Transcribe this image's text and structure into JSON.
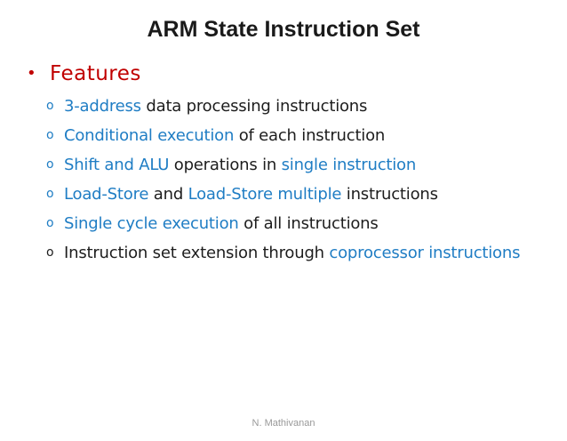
{
  "slide": {
    "title": "ARM State Instruction Set",
    "footer": "N. Mathivanan"
  },
  "features": {
    "heading": "Features",
    "bullet_char": "•",
    "sub_bullet_char": "o",
    "items": [
      {
        "marker_color": "blue",
        "segments": [
          {
            "text": "3-address ",
            "color": "blue"
          },
          {
            "text": "data processing instructions",
            "color": "black"
          }
        ]
      },
      {
        "marker_color": "blue",
        "segments": [
          {
            "text": "Conditional execution ",
            "color": "blue"
          },
          {
            "text": "of each instruction",
            "color": "black"
          }
        ]
      },
      {
        "marker_color": "blue",
        "segments": [
          {
            "text": "Shift and ALU ",
            "color": "blue"
          },
          {
            "text": "operations in ",
            "color": "black"
          },
          {
            "text": "single instruction",
            "color": "blue"
          }
        ]
      },
      {
        "marker_color": "blue",
        "segments": [
          {
            "text": "Load-Store ",
            "color": "blue"
          },
          {
            "text": "and ",
            "color": "black"
          },
          {
            "text": "Load-Store multiple ",
            "color": "blue"
          },
          {
            "text": "instructions",
            "color": "black"
          }
        ]
      },
      {
        "marker_color": "blue",
        "segments": [
          {
            "text": "Single cycle execution ",
            "color": "blue"
          },
          {
            "text": "of all instructions",
            "color": "black"
          }
        ]
      },
      {
        "marker_color": "black",
        "segments": [
          {
            "text": "Instruction set extension through ",
            "color": "black"
          },
          {
            "text": "coprocessor instructions",
            "color": "blue"
          }
        ]
      }
    ]
  },
  "colors": {
    "title": "#1a1a1a",
    "red": "#c00000",
    "blue": "#1f7dc4",
    "black": "#1d1d1d",
    "footer_gray": "#999999"
  }
}
